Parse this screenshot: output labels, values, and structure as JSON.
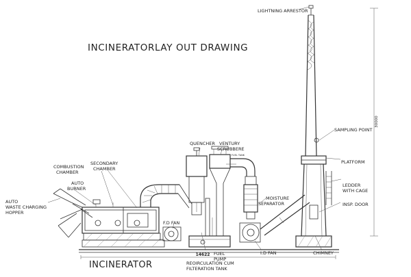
{
  "title": "INCINERATORLAY OUT DRAWING",
  "bottom_label": "INCINERATOR",
  "dimensions": {
    "base_length": "14622",
    "chimney_height": "30000"
  },
  "labels": {
    "lightning_arrestor": "LIGHTNING ARRESTOR",
    "sampling_point": "SAMPLING POINT",
    "platform": "PLATFORM",
    "ledder_1": "LEDDER",
    "ledder_2": "WITH CAGE",
    "insp_door": "INSP. DOOR",
    "chimney": "CHIMNEY",
    "quencher": "QUENCHER",
    "venturi_1": "VENTURY",
    "venturi_2": "SCRUBBERE",
    "fuel_tank": "FUEL TANK",
    "moisture_1": "MOISTURE",
    "moisture_2": "SEPARATOR",
    "id_fan": "I.D FAN",
    "fuel_pump_1": "FUEL",
    "fuel_pump_2": "PUMP",
    "recirc_1": "REOIRCULATION CUM",
    "recirc_2": "FILTERATION TANK",
    "fd_fan": "F.D FAN",
    "combustion_1": "COMBUSTION",
    "combustion_2": "CHAMBER",
    "secondary_1": "SECONDARY",
    "secondary_2": "CHAMBER",
    "auto_burner_1": "AUTO",
    "auto_burner_2": "BURNER",
    "hopper_1": "AUTO",
    "hopper_2": "WASTE CHARGING",
    "hopper_3": "HOPPER"
  }
}
